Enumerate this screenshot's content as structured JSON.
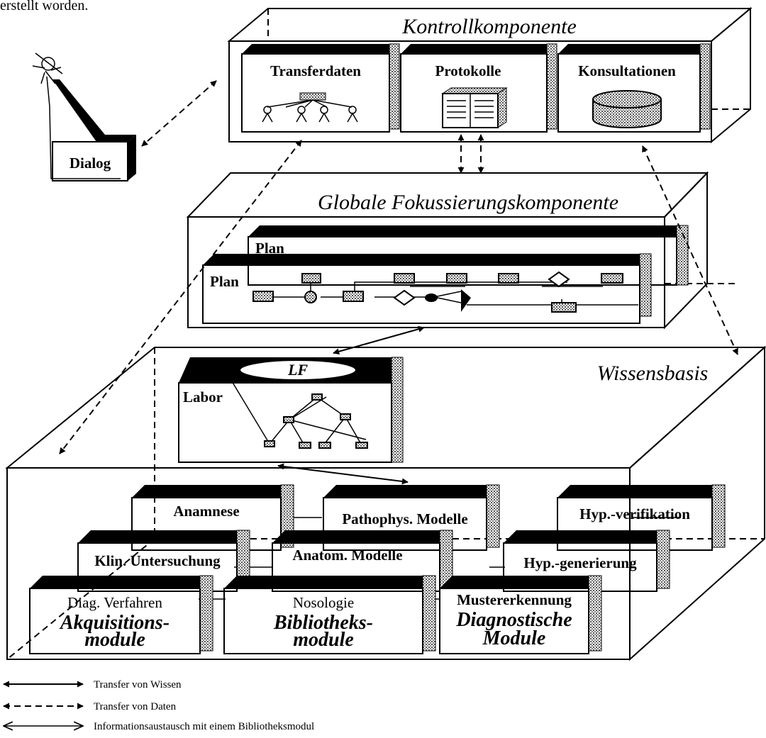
{
  "top_fragment": "erstellt worden.",
  "layers": {
    "control": "Kontrollkomponente",
    "focus": "Globale Fokussierungskomponente",
    "knowledge": "Wissensbasis"
  },
  "control_boxes": [
    "Transferdaten",
    "Protokolle",
    "Konsultationen"
  ],
  "dialog": "Dialog",
  "plans": [
    "Plan",
    "Plan"
  ],
  "labor": {
    "title": "LF",
    "label": "Labor"
  },
  "modules": {
    "anamnese": "Anamnese",
    "pathophys": "Pathophys. Modelle",
    "hyp_verifikation": "Hyp.-verifikation",
    "klin": "Klin. Untersuchung",
    "anatom": "Anatom. Modelle",
    "hyp_generierung": "Hyp.-generierung",
    "diag": "Diag. Verfahren",
    "nosologie": "Nosologie",
    "mustererkennung": "Mustererkennung"
  },
  "module_groups": {
    "akquisition": [
      "Akquisitions-",
      "module"
    ],
    "bibliothek": [
      "Bibliotheks-",
      "module"
    ],
    "diagnostisch": [
      "Diagnostische",
      "Module"
    ]
  },
  "legend": [
    {
      "style": "solid",
      "text": "Transfer von Wissen"
    },
    {
      "style": "dashed",
      "text": "Transfer von Daten"
    },
    {
      "style": "double",
      "text": "Informationsaustausch mit einem Bibliotheksmodul"
    }
  ]
}
